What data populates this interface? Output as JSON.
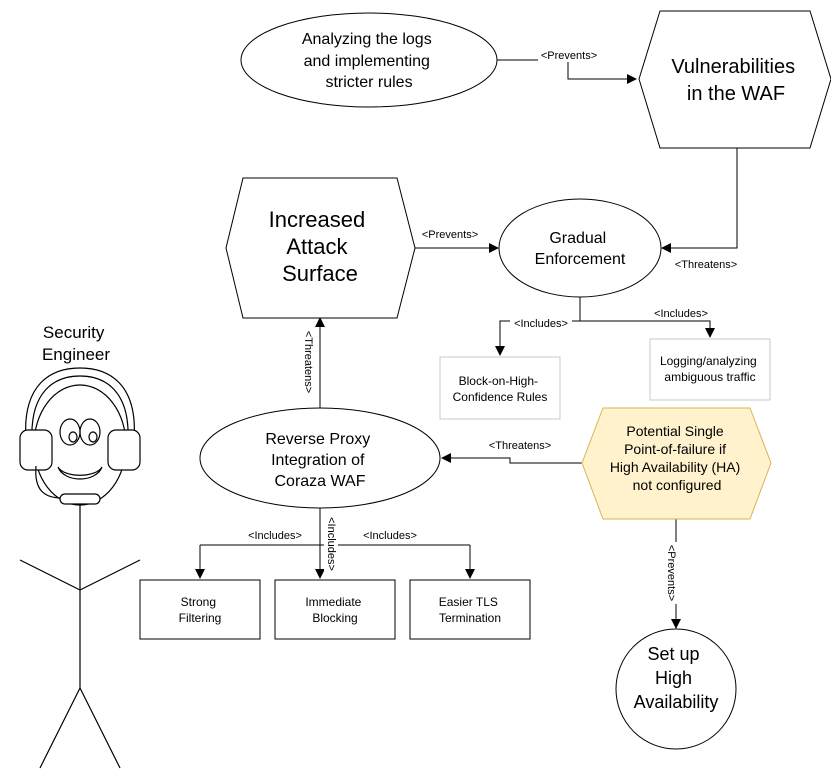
{
  "diagram": {
    "nodes": {
      "analyzing_logs": [
        "Analyzing the logs",
        "and implementing",
        "stricter rules"
      ],
      "vulnerabilities_waf": [
        "Vulnerabilities",
        "in the WAF"
      ],
      "increased_attack_surface": [
        "Increased",
        "Attack",
        "Surface"
      ],
      "gradual_enforcement": [
        "Gradual",
        "Enforcement"
      ],
      "block_on_high_confidence": [
        "Block-on-High-",
        "Confidence Rules"
      ],
      "logging_analyzing": [
        "Logging/analyzing",
        "ambiguous traffic"
      ],
      "reverse_proxy": [
        "Reverse Proxy",
        "Integration of",
        "Coraza WAF"
      ],
      "potential_spof": [
        "Potential Single",
        "Point-of-failure if",
        "High Availability (HA)",
        "not configured"
      ],
      "strong_filtering": [
        "Strong",
        "Filtering"
      ],
      "immediate_blocking": [
        "Immediate",
        "Blocking"
      ],
      "easier_tls": [
        "Easier TLS",
        "Termination"
      ],
      "set_up_ha": [
        "Set up",
        "High",
        "Availability"
      ],
      "security_engineer": [
        "Security",
        "Engineer"
      ]
    },
    "edge_labels": {
      "logs_prevents_vuln": "<Prevents>",
      "vuln_threatens_gradual": "<Threatens>",
      "attack_prevents_gradual": "<Prevents>",
      "gradual_includes_block": "<Includes>",
      "gradual_includes_logging": "<Includes>",
      "reverse_threatens_attack": "<Threatens>",
      "spof_threatens_reverse": "<Threatens>",
      "reverse_includes_strong": "<Includes>",
      "reverse_includes_immediate": "<Includes>",
      "reverse_includes_tls": "<Includes>",
      "spof_prevents_ha": "<Prevents>"
    },
    "colors": {
      "highlight_fill": "#fff2cc",
      "highlight_stroke": "#d6b656",
      "stroke": "#000000"
    }
  }
}
